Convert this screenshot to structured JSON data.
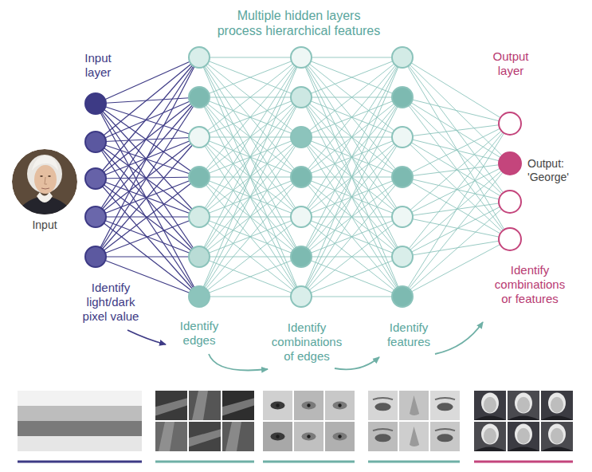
{
  "diagram": {
    "title": "Multiple hidden layers process hierarchical features",
    "labels": [
      "Input layer",
      "Output layer",
      "Input",
      "Output: 'George'",
      "Identify light/dark pixel value",
      "Identify combinations or features",
      "Identify edges",
      "Identify combinations of edges",
      "Identify features"
    ]
  }
}
